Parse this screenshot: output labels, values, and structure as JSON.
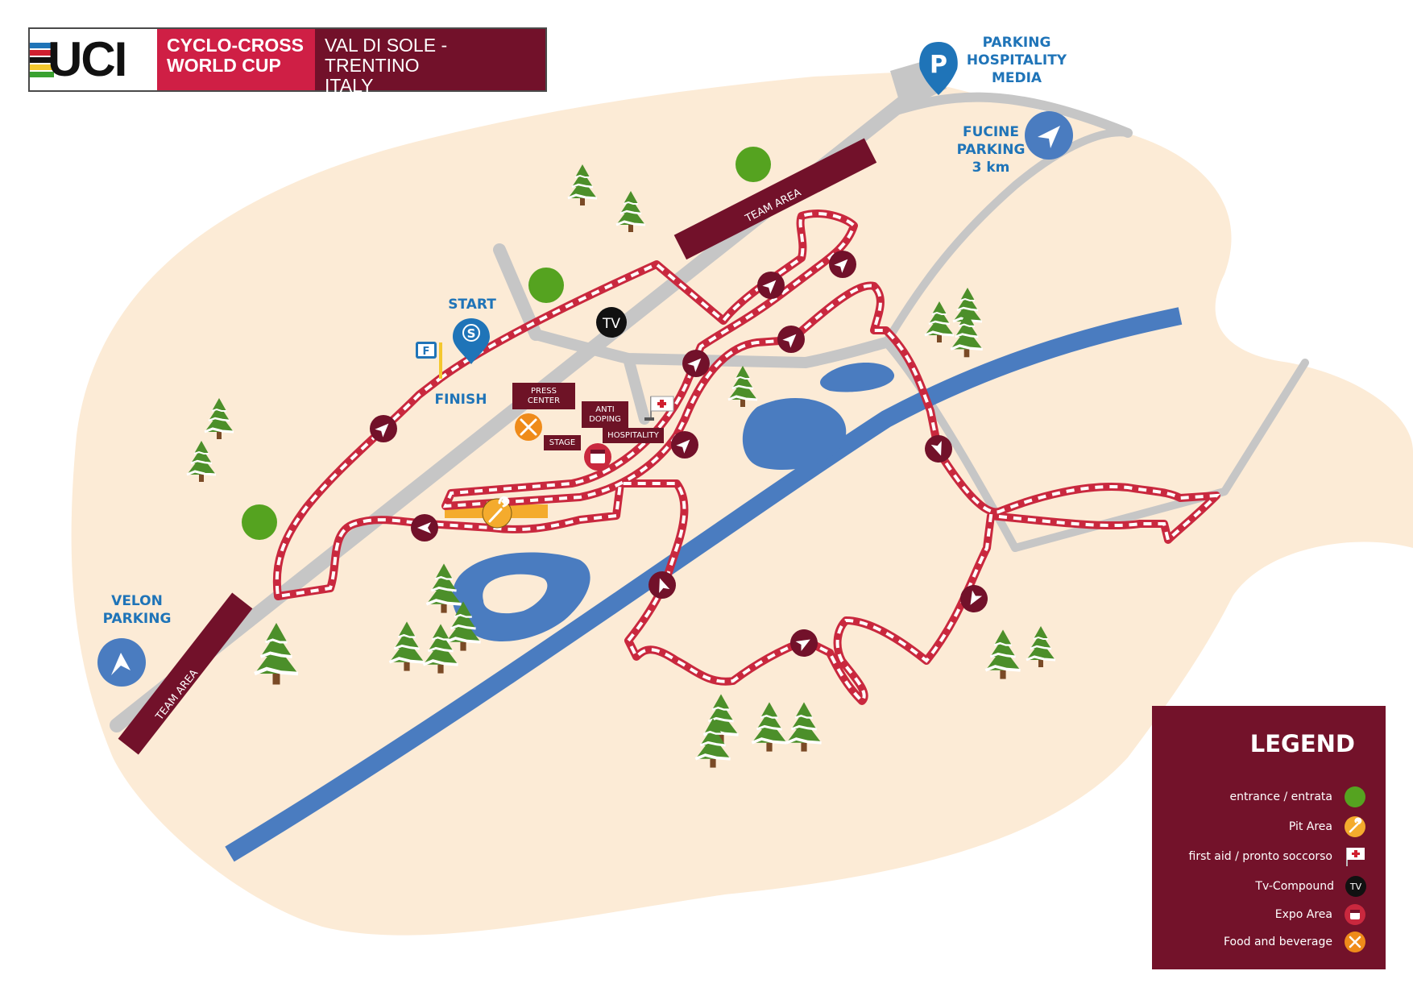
{
  "header": {
    "logo_text": "UCI",
    "event_name": "CYCLO-CROSS\nWORLD CUP",
    "venue": "VAL DI SOLE - TRENTINO\nITALY"
  },
  "map_labels": {
    "start": "START",
    "start_pin": "S",
    "finish": "FINISH",
    "finish_flag": "F",
    "tv": "TV",
    "parking_pin": "P",
    "parking_hospitality_media": "PARKING\nHOSPITALITY\nMEDIA",
    "fucine_parking": "FUCINE\nPARKING\n3 km",
    "velon_parking": "VELON\nPARKING",
    "team_area_top": "TEAM AREA",
    "team_area_left": "TEAM AREA"
  },
  "buildings": {
    "press_center": "PRESS\nCENTER",
    "anti_doping": "ANTI\nDOPING",
    "hospitality": "HOSPITALITY",
    "stage": "STAGE"
  },
  "legend": {
    "title": "LEGEND",
    "items": [
      {
        "label": "entrance / entrata",
        "icon": "entrance-icon"
      },
      {
        "label": "Pit Area",
        "icon": "wrench-icon"
      },
      {
        "label": "first aid / pronto soccorso",
        "icon": "first-aid-flag-icon"
      },
      {
        "label": "Tv-Compound",
        "icon": "tv-icon",
        "icon_text": "TV"
      },
      {
        "label": "Expo Area",
        "icon": "calendar-icon"
      },
      {
        "label": "Food and beverage",
        "icon": "fork-knife-icon"
      }
    ]
  },
  "colors": {
    "ground": "#fcebd6",
    "water": "#4a7cc0",
    "road": "#c6c6c6",
    "maroon": "#72112a",
    "course_red": "#c9283e",
    "entrance_green": "#55a320",
    "pit_orange": "#f4ab2d",
    "food_orange": "#ef8b1a",
    "label_blue": "#1f74b8"
  }
}
